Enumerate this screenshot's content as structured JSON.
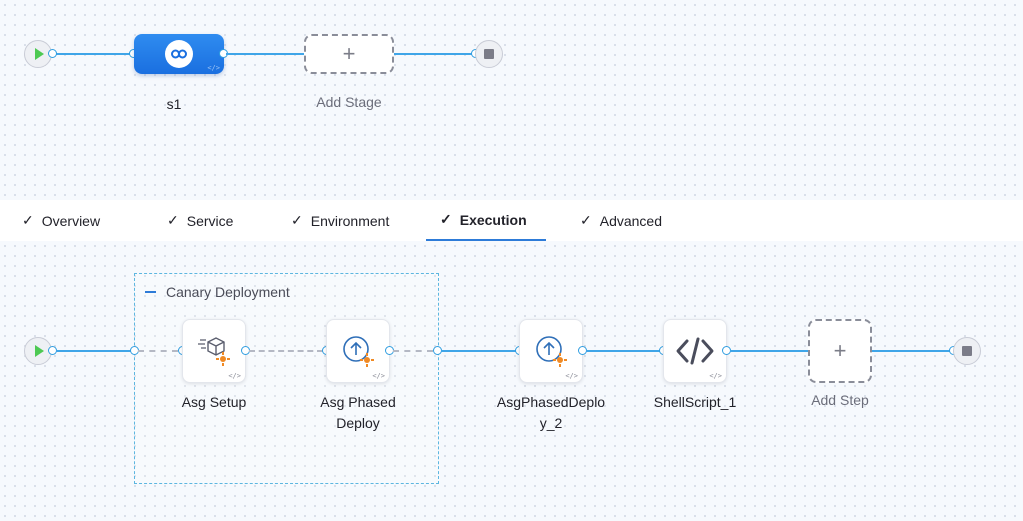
{
  "pipeline": {
    "stage": {
      "name": "s1",
      "icon": "deployment-stage-icon"
    },
    "add_stage_label": "Add Stage"
  },
  "tabs": [
    {
      "label": "Overview",
      "completed": true,
      "active": false
    },
    {
      "label": "Service",
      "completed": true,
      "active": false
    },
    {
      "label": "Environment",
      "completed": true,
      "active": false
    },
    {
      "label": "Execution",
      "completed": true,
      "active": true
    },
    {
      "label": "Advanced",
      "completed": true,
      "active": false
    }
  ],
  "execution": {
    "group": {
      "title": "Canary Deployment"
    },
    "steps": [
      {
        "label": "Asg Setup",
        "icon": "asg-setup-icon"
      },
      {
        "label": "Asg Phased Deploy",
        "icon": "asg-phased-deploy-icon"
      },
      {
        "label": "AsgPhasedDeploy_2",
        "icon": "asg-phased-deploy-icon"
      },
      {
        "label": "ShellScript_1",
        "icon": "code-icon"
      }
    ],
    "add_step_label": "Add Step"
  },
  "colors": {
    "accent": "#2d7bd8",
    "link": "#3fa5e8",
    "stage": "#1a6fe0",
    "start": "#4dc952",
    "asg_orange": "#f08a24"
  }
}
